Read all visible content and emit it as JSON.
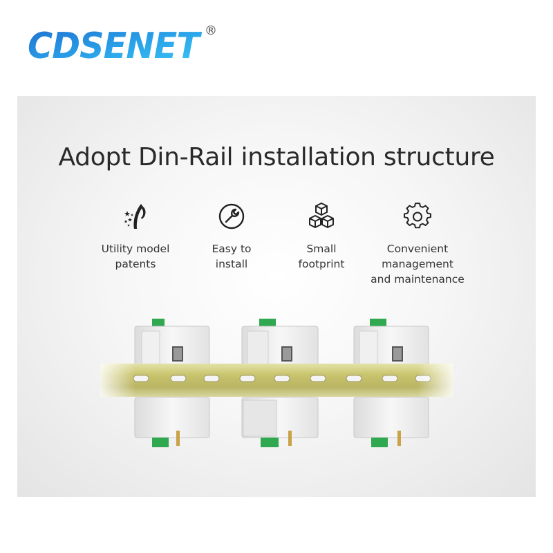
{
  "brand": {
    "name": "CDSENET",
    "registered_mark": "®",
    "gradient_start": "#1f7fd6",
    "gradient_end": "#34c6f2"
  },
  "headline": "Adopt Din-Rail installation structure",
  "features": [
    {
      "icon": "patent-icon",
      "label": "Utility model\npatents"
    },
    {
      "icon": "wrench-icon",
      "label": "Easy to\ninstall"
    },
    {
      "icon": "cubes-icon",
      "label": "Small\nfootprint"
    },
    {
      "icon": "gear-icon",
      "label": "Convenient\nmanagement\nand maintenance"
    }
  ],
  "product": {
    "module_count": 3,
    "module_color": "#eeeeee",
    "terminal_color": "#2fa84f",
    "rail_color": "#c7c26a"
  }
}
